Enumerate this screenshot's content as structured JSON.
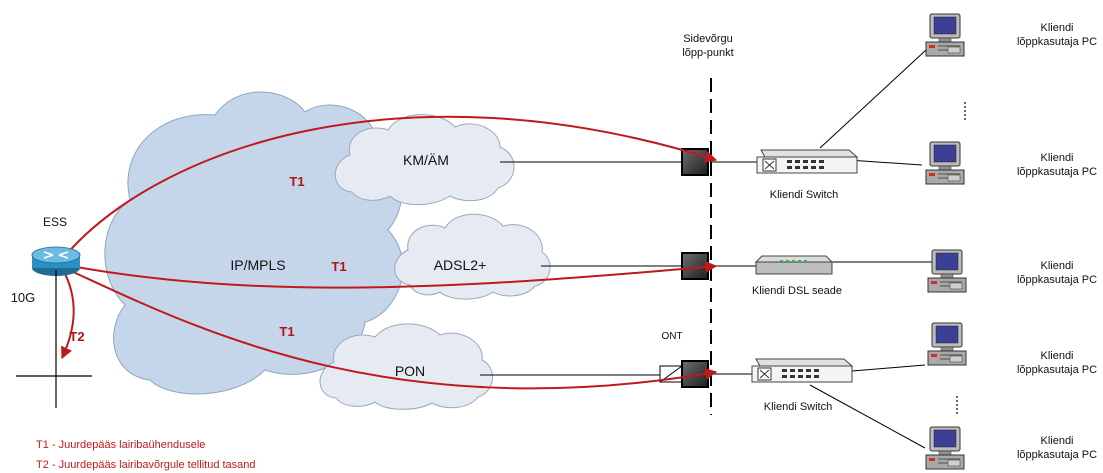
{
  "boundary": {
    "label_line1": "Sidevõrgu",
    "label_line2": "lõpp-punkt"
  },
  "ess": {
    "label": "ESS",
    "speed": "10G"
  },
  "clouds": {
    "core": "IP/MPLS",
    "km": "KM/ÄM",
    "adsl": "ADSL2+",
    "pon": "PON"
  },
  "ont": {
    "label": "ONT"
  },
  "devices": {
    "switch_top": "Kliendi Switch",
    "dsl": "Kliendi DSL seade",
    "switch_bottom": "Kliendi Switch"
  },
  "pc": {
    "line1": "Kliendi",
    "line2": "lõppkasutaja PC"
  },
  "traffic": {
    "t1": "T1",
    "t2": "T2"
  },
  "legend": {
    "t1": "T1 - Juurdepääs lairibaühendusele",
    "t2": "T2 - Juurdepääs lairibavõrgule tellitud tasand"
  },
  "colors": {
    "core_cloud": "#c5d6ea",
    "access_cloud": "#e6ebf3",
    "arrow": "#c0191b",
    "router": "#2b8fc4"
  }
}
